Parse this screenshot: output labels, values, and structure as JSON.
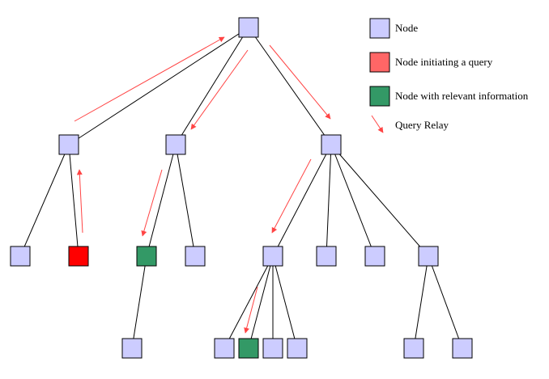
{
  "colors": {
    "node": "#ccccff",
    "node_stroke": "#000000",
    "initiator": "#ff0000",
    "relevant": "#339966",
    "legend_initiator": "#ff6666",
    "arrow": "#ff4444",
    "edge": "#000000"
  },
  "legend": [
    {
      "kind": "node",
      "label": "Node"
    },
    {
      "kind": "initiator",
      "label": "Node initiating a query"
    },
    {
      "kind": "relevant",
      "label": "Node with relevant information"
    },
    {
      "kind": "arrow",
      "label": "Query Relay"
    }
  ],
  "nodes": [
    {
      "id": "root",
      "type": "node"
    },
    {
      "id": "a",
      "type": "node"
    },
    {
      "id": "b",
      "type": "node"
    },
    {
      "id": "c",
      "type": "node"
    },
    {
      "id": "a1",
      "type": "node"
    },
    {
      "id": "a2",
      "type": "initiator"
    },
    {
      "id": "b1",
      "type": "relevant"
    },
    {
      "id": "b2",
      "type": "node"
    },
    {
      "id": "c1",
      "type": "node"
    },
    {
      "id": "c2",
      "type": "node"
    },
    {
      "id": "c3",
      "type": "node"
    },
    {
      "id": "c4",
      "type": "node"
    },
    {
      "id": "b1a",
      "type": "node"
    },
    {
      "id": "c1a",
      "type": "node"
    },
    {
      "id": "c1b",
      "type": "relevant"
    },
    {
      "id": "c1c",
      "type": "node"
    },
    {
      "id": "c1d",
      "type": "node"
    },
    {
      "id": "c4a",
      "type": "node"
    },
    {
      "id": "c4b",
      "type": "node"
    }
  ],
  "edges": [
    [
      "root",
      "a"
    ],
    [
      "root",
      "b"
    ],
    [
      "root",
      "c"
    ],
    [
      "a",
      "a1"
    ],
    [
      "a",
      "a2"
    ],
    [
      "b",
      "b1"
    ],
    [
      "b",
      "b2"
    ],
    [
      "c",
      "c1"
    ],
    [
      "c",
      "c2"
    ],
    [
      "c",
      "c3"
    ],
    [
      "c",
      "c4"
    ],
    [
      "b1",
      "b1a"
    ],
    [
      "c1",
      "c1a"
    ],
    [
      "c1",
      "c1b"
    ],
    [
      "c1",
      "c1c"
    ],
    [
      "c1",
      "c1d"
    ],
    [
      "c4",
      "c4a"
    ],
    [
      "c4",
      "c4b"
    ]
  ],
  "relays": [
    {
      "from": "a2",
      "to": "a"
    },
    {
      "from": "a",
      "to": "root"
    },
    {
      "from": "root",
      "to": "b"
    },
    {
      "from": "root",
      "to": "c"
    },
    {
      "from": "b",
      "to": "b1"
    },
    {
      "from": "c",
      "to": "c1"
    },
    {
      "from": "c1",
      "to": "c1b"
    }
  ]
}
